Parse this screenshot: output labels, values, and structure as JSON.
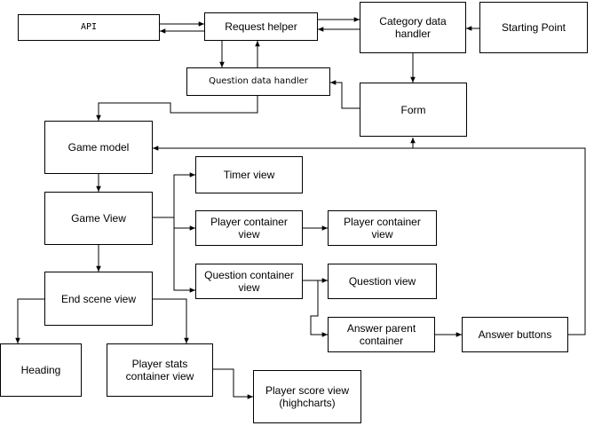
{
  "nodes": {
    "api": "API",
    "request_helper": "Request helper",
    "category_data_handler": "Category data handler",
    "starting_point": "Starting Point",
    "question_data_handler": "Question data handler",
    "form": "Form",
    "game_model": "Game model",
    "game_view": "Game View",
    "timer_view": "Timer view",
    "player_container_view_1": "Player container view",
    "player_container_view_2": "Player container view",
    "question_container_view": "Question container view",
    "question_view": "Question view",
    "end_scene_view": "End scene view",
    "answer_parent_container": "Answer parent container",
    "answer_buttons": "Answer buttons",
    "heading": "Heading",
    "player_stats_container_view": "Player stats container view",
    "player_score_view": "Player score view (highcharts)"
  }
}
